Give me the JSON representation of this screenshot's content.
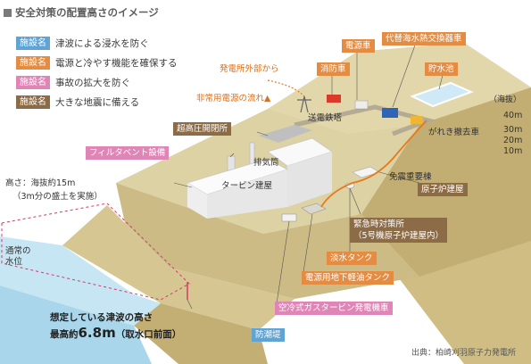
{
  "title": "安全対策の配置高さのイメージ",
  "legend": [
    {
      "tag": "施設名",
      "text": "津波による浸水を防ぐ",
      "color": "#5fa4d4"
    },
    {
      "tag": "施設名",
      "text": "電源と冷やす機能を確保する",
      "color": "#e38c42"
    },
    {
      "tag": "施設名",
      "text": "事故の拡大を防ぐ",
      "color": "#df86b7"
    },
    {
      "tag": "施設名",
      "text": "大きな地震に備える",
      "color": "#8c6b47"
    }
  ],
  "labels": {
    "power_vehicle": "電源車",
    "fire_truck": "消防車",
    "seawater_hx_vehicle": "代替海水熱交換器車",
    "reservoir": "貯水池",
    "offsite_power": "発電所外部から",
    "emergency_power_flow": "非常用電源の流れ▲",
    "transmission_tower": "送電鉄塔",
    "debris_vehicle": "がれき撤去車",
    "uhv_switchyard": "超高圧開閉所",
    "filter_vent": "フィルタベント設備",
    "stack": "排気筒",
    "seismic_building": "免震重要棟",
    "reactor_building": "原子炉建屋",
    "turbine_building": "タービン建屋",
    "site_height_1": "高さ：海抜約15m",
    "site_height_2": "（3m分の盛土を実施）",
    "emergency_center_1": "緊急時対策所",
    "emergency_center_2": "（5号機原子炉建屋内）",
    "fresh_water_tank": "淡水タンク",
    "normal_level_1": "通常の",
    "normal_level_2": "水位",
    "fuel_tank": "電源用地下軽油タンク",
    "gas_turbine": "空冷式ガスタービン発電機車",
    "tsunami_1": "想定している津波の高さ",
    "tsunami_2_pre": "最高約",
    "tsunami_2_num": "6.8m",
    "tsunami_2_post": "（取水口前面）",
    "seawall": "防潮堤",
    "source": "出典：柏崎刈羽原子力発電所"
  },
  "altitude_scale": {
    "title": "（海抜）",
    "ticks": [
      "40m",
      "30m",
      "20m",
      "10m"
    ]
  },
  "colors": {
    "ground_top": "#d8cda0",
    "ground_face": "#c9b880",
    "road": "#a99f8c",
    "sea": "#bfe3f2",
    "cable": "#e57a1e",
    "building": "#f6f6f6"
  }
}
